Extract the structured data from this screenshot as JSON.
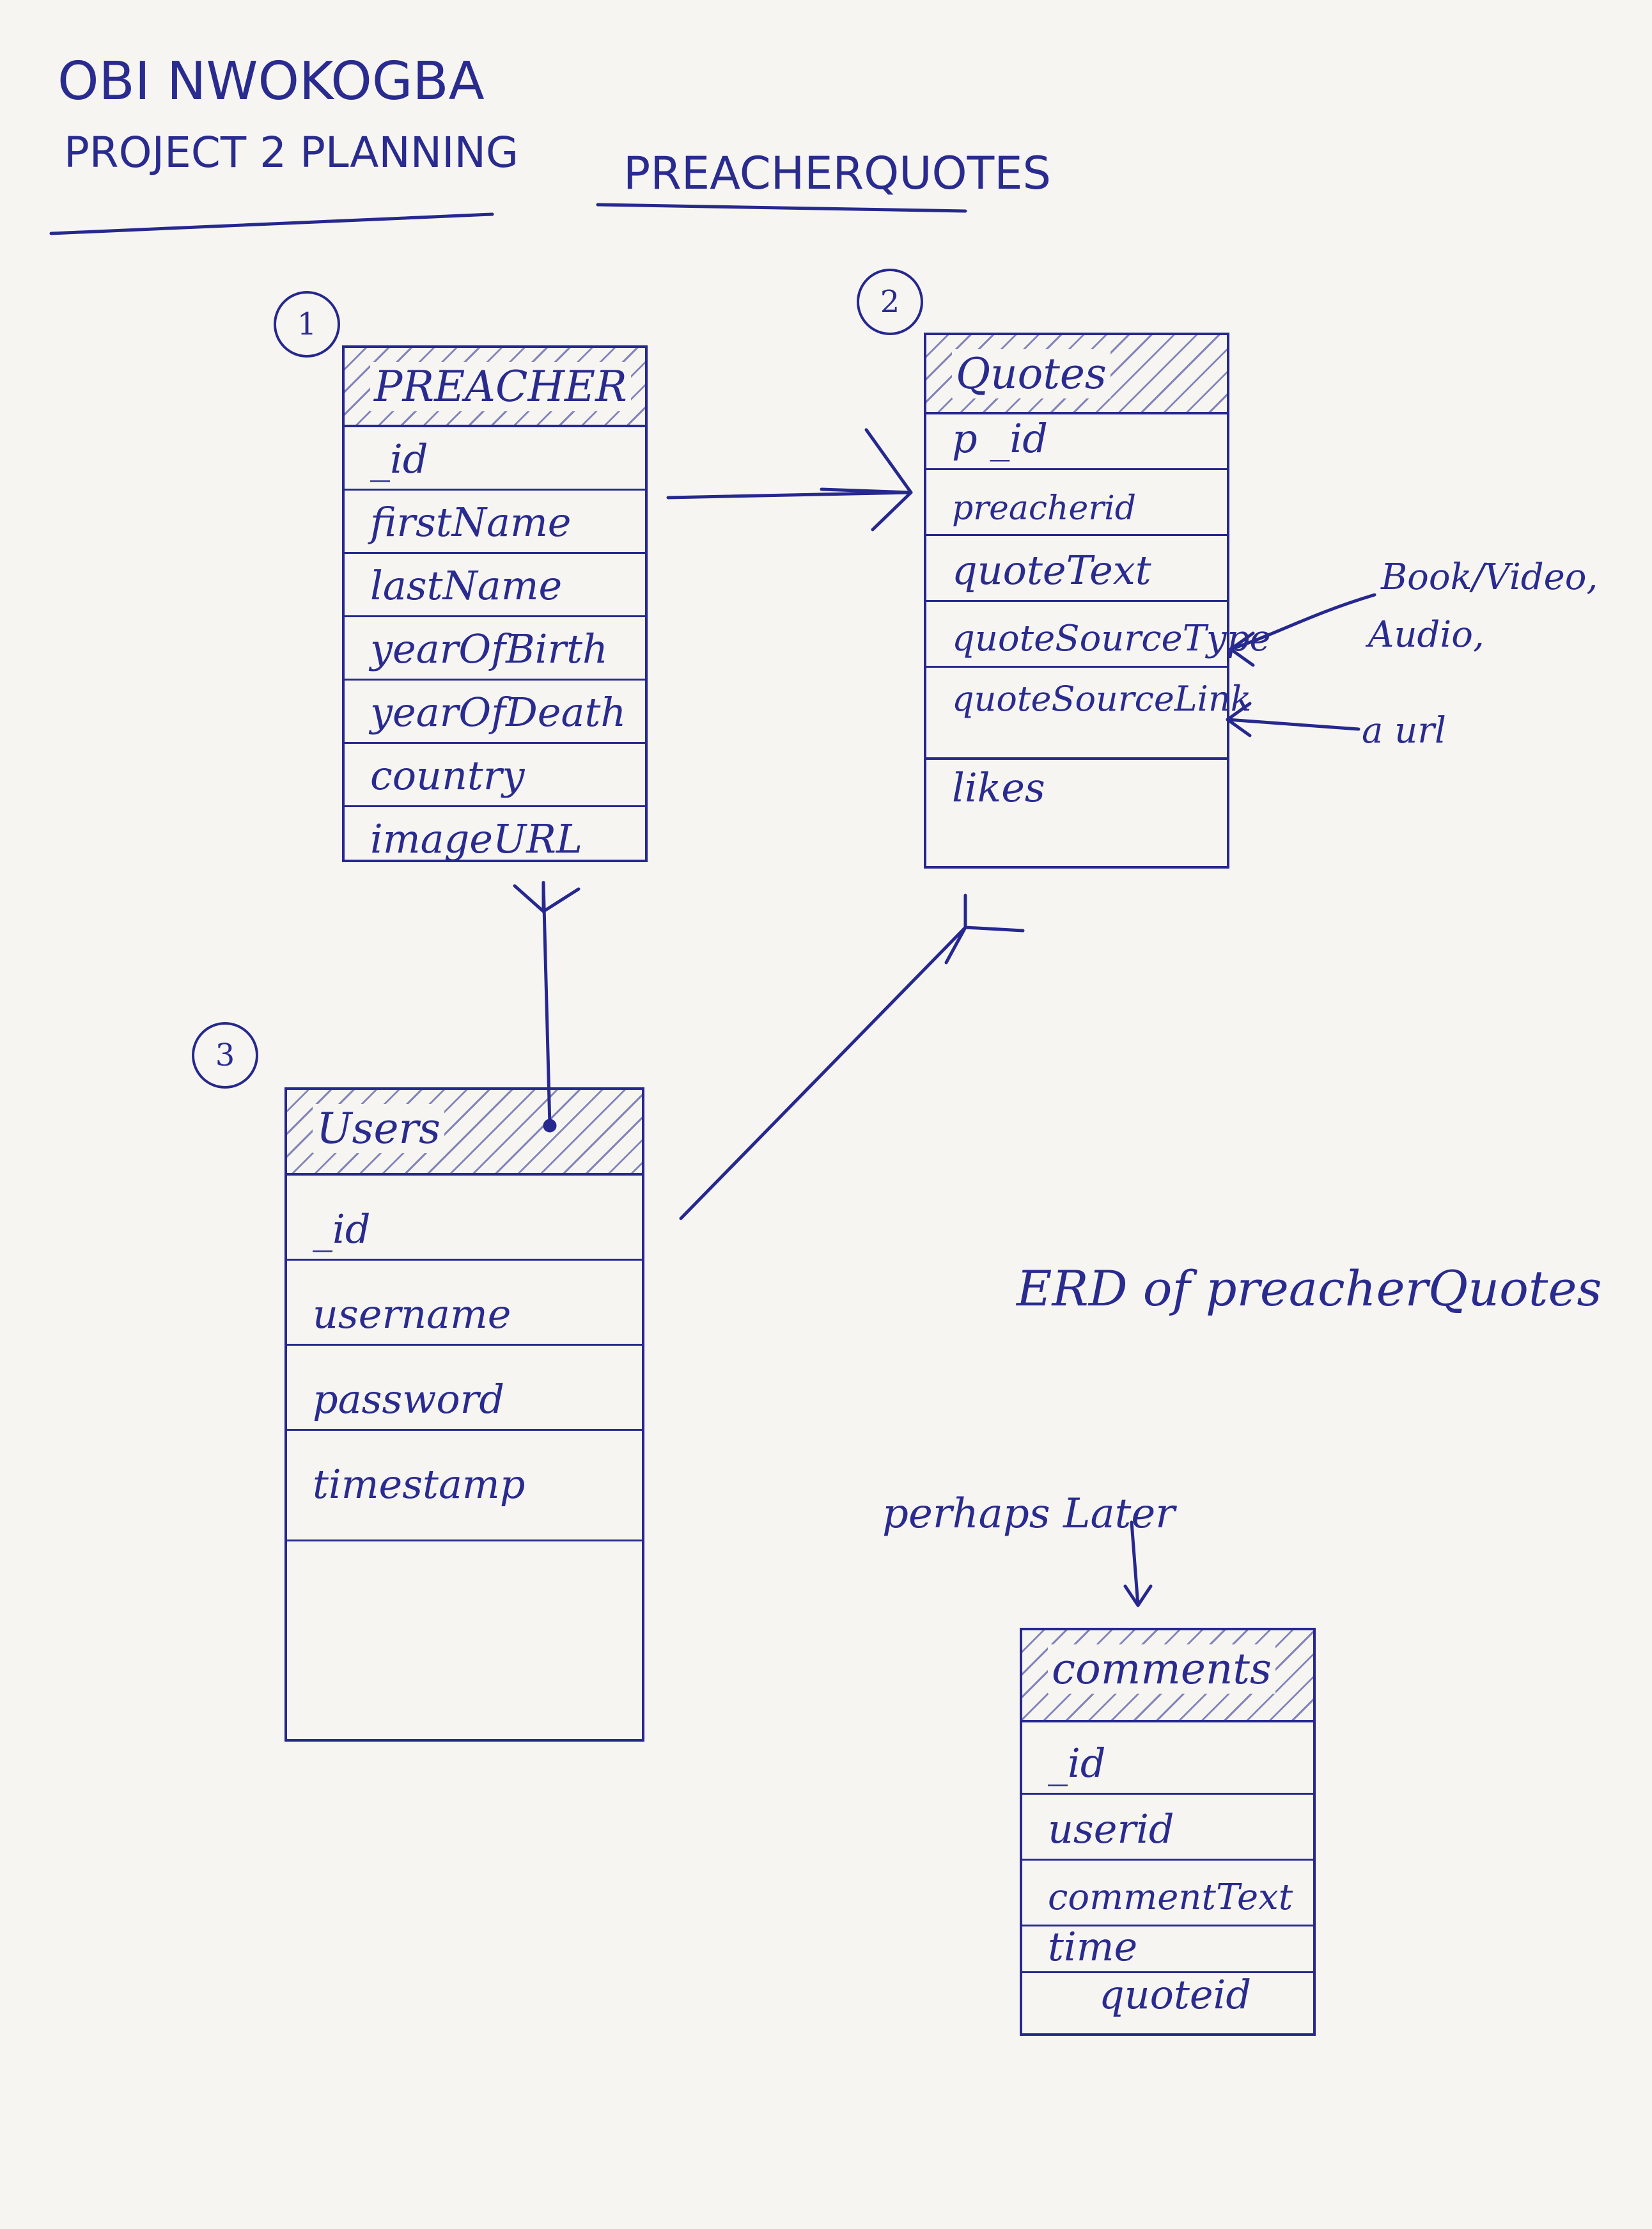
{
  "header": {
    "author": "OBI NWOKOGBA",
    "subtitle": "PROJECT 2 PLANNING",
    "app_title": "PREACHERQUOTES"
  },
  "entities": {
    "preacher": {
      "number": "1",
      "name": "PREACHER",
      "fields": [
        "_id",
        "firstName",
        "lastName",
        "yearOfBirth",
        "yearOfDeath",
        "country",
        "imageURL"
      ]
    },
    "quotes": {
      "number": "2",
      "name": "Quotes",
      "fields": [
        "p _id",
        "preacherid",
        "quoteText",
        "quoteSourceType",
        "quoteSourceLink"
      ],
      "extra_fields": [
        "likes"
      ]
    },
    "users": {
      "number": "3",
      "name": "Users",
      "fields": [
        "_id",
        "username",
        "password",
        "timestamp"
      ]
    },
    "comments": {
      "name": "comments",
      "fields": [
        "_id",
        "userid",
        "commentText",
        "time",
        "quoteid"
      ]
    }
  },
  "annotations": {
    "source_type_note_line1": "Book/Video,",
    "source_type_note_line2": "Audio,",
    "source_link_note": "a url",
    "erd_caption": "ERD of preacherQuotes",
    "later_note": "perhaps Later"
  },
  "colors": {
    "ink": "#26288f",
    "paper": "#f6f5f1"
  }
}
